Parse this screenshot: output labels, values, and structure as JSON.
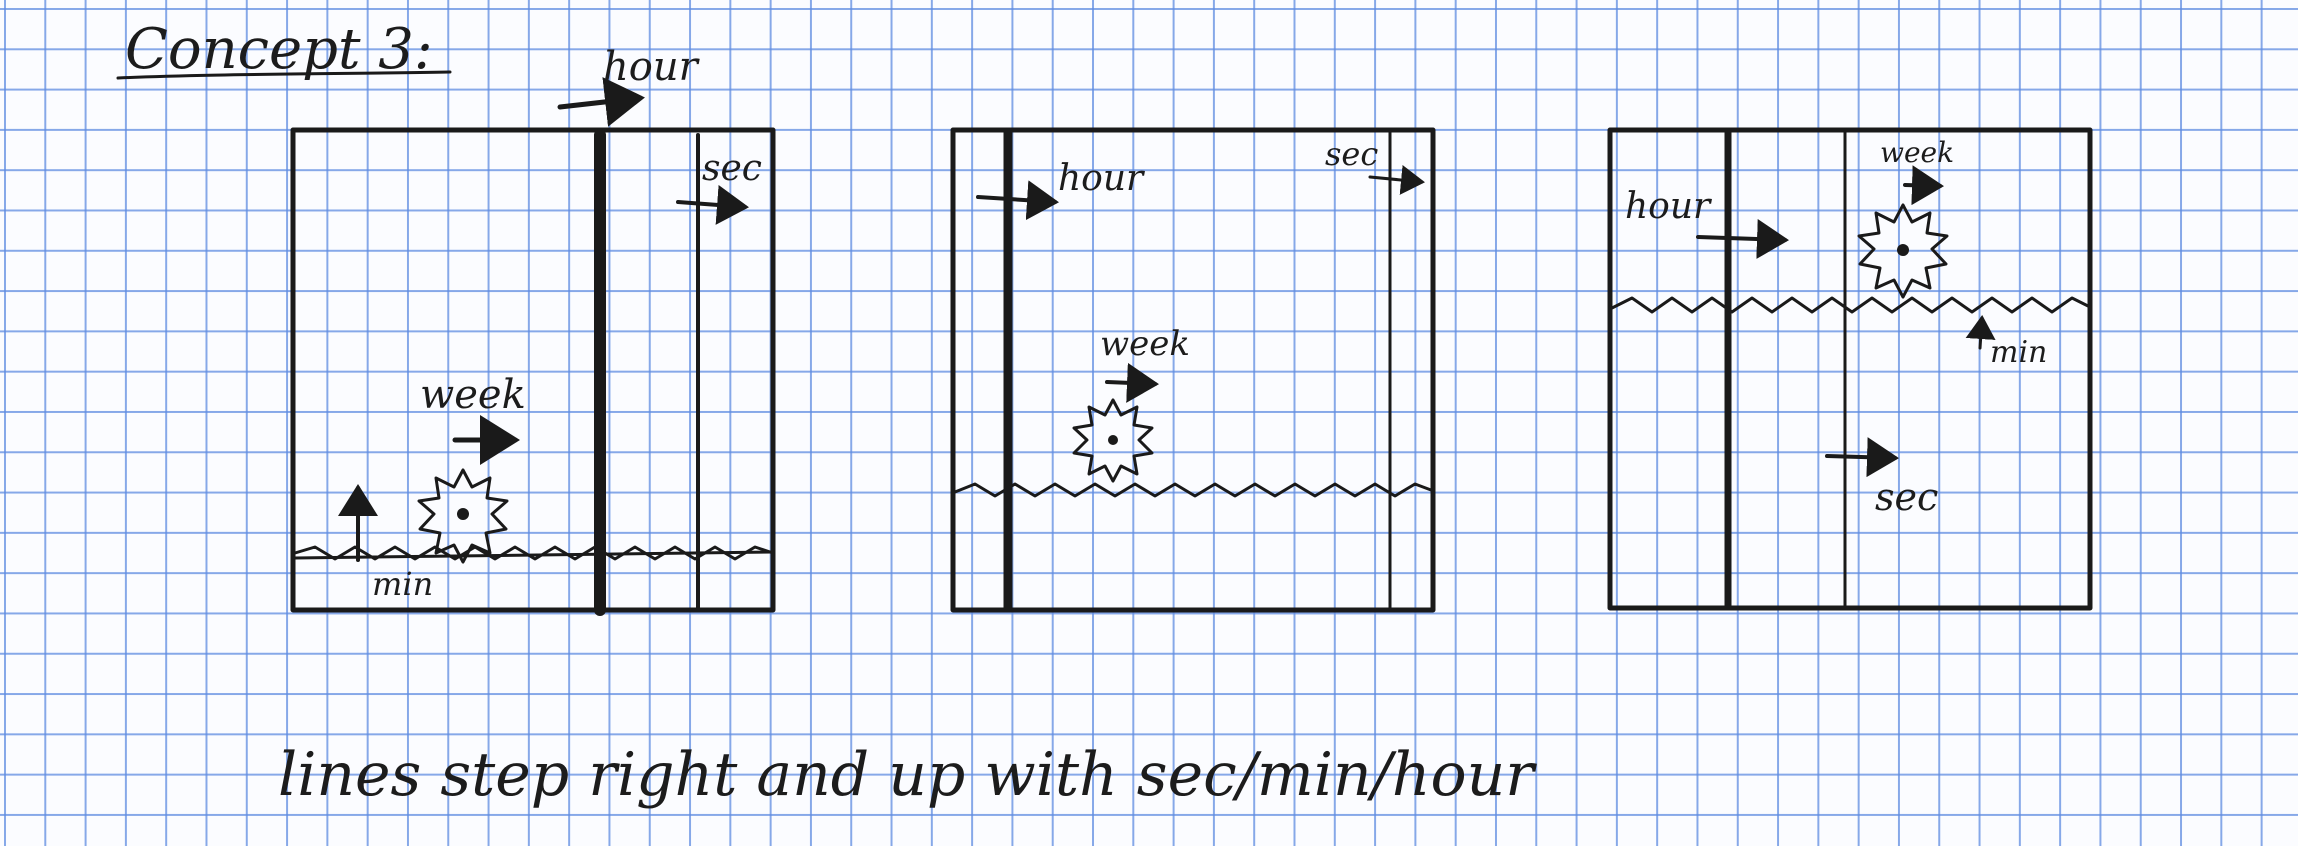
{
  "title": "Concept 3:",
  "caption": "lines step right and up with sec/min/hour",
  "panels": [
    {
      "id": "panel-1",
      "labels": {
        "hour": "hour",
        "sec": "sec",
        "week": "week",
        "min": "min"
      }
    },
    {
      "id": "panel-2",
      "labels": {
        "hour": "hour",
        "sec": "sec",
        "week": "week"
      }
    },
    {
      "id": "panel-3",
      "labels": {
        "hour": "hour",
        "week": "week",
        "min": "min",
        "sec": "sec"
      }
    }
  ]
}
